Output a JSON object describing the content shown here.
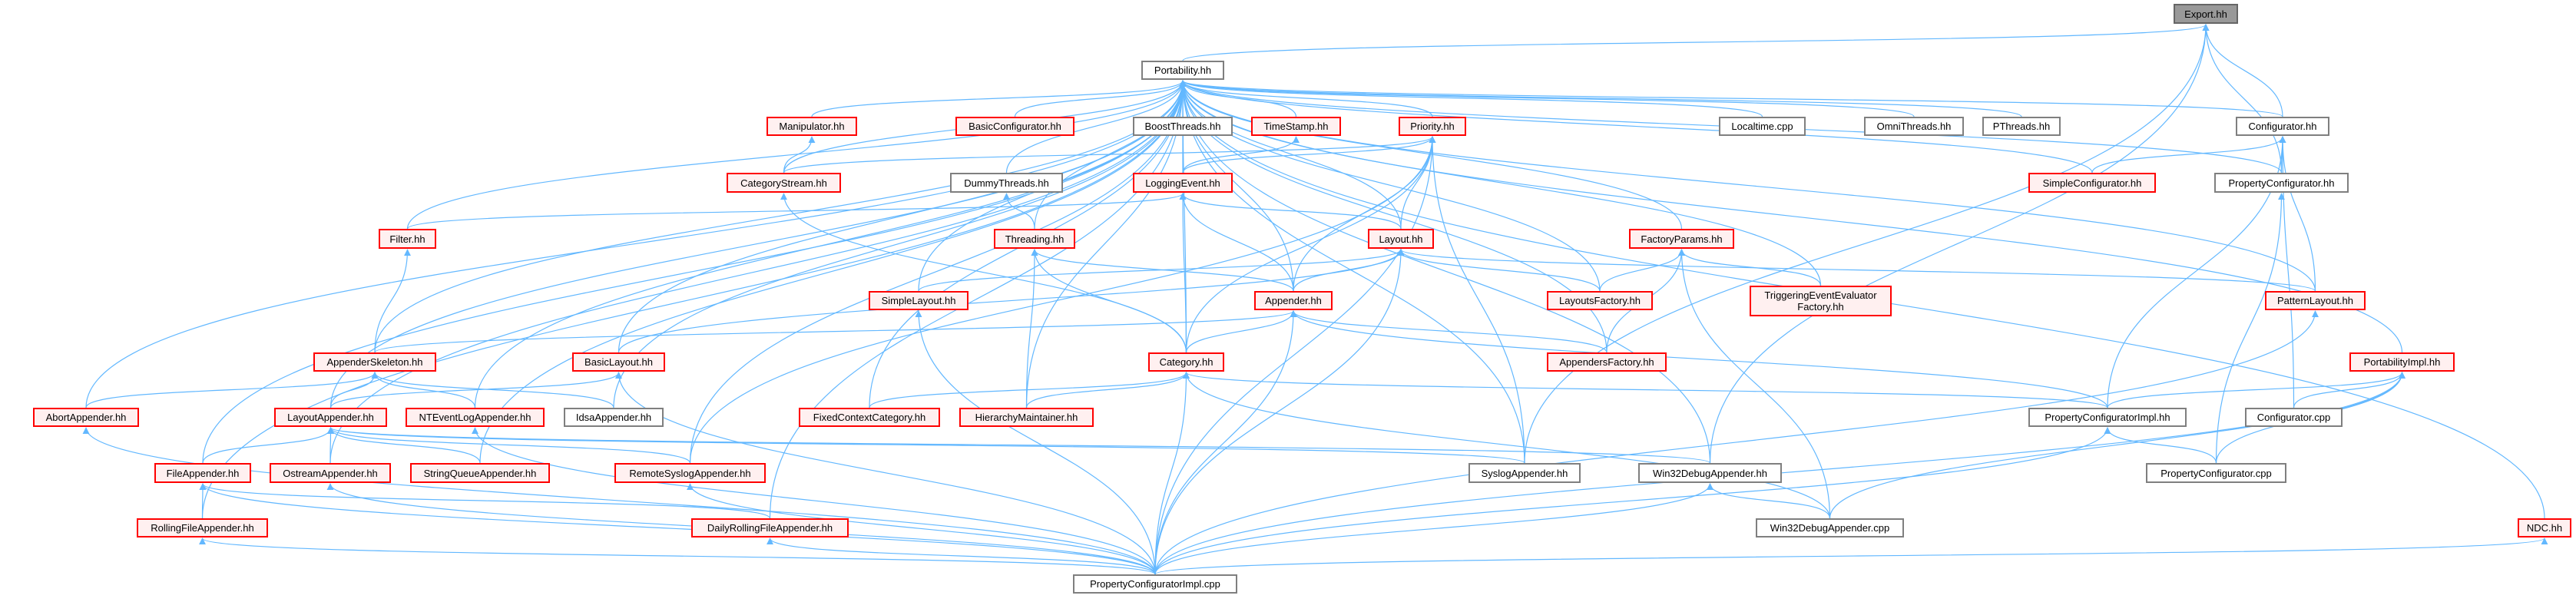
{
  "colors": {
    "edge": "#63B8FF",
    "red_border": "#FF0000",
    "red_fill": "#FFF0F0",
    "white_border": "#7F7F7F",
    "dark_fill": "#999999"
  },
  "nodes": {
    "export": {
      "label": "Export.hh",
      "style": "dark"
    },
    "portability": {
      "label": "Portability.hh",
      "style": "white"
    },
    "manipulator": {
      "label": "Manipulator.hh",
      "style": "red"
    },
    "basicconfigurator": {
      "label": "BasicConfigurator.hh",
      "style": "red"
    },
    "boostthreads": {
      "label": "BoostThreads.hh",
      "style": "white"
    },
    "timestamp": {
      "label": "TimeStamp.hh",
      "style": "red"
    },
    "priority": {
      "label": "Priority.hh",
      "style": "red"
    },
    "localtime": {
      "label": "Localtime.cpp",
      "style": "white"
    },
    "omnithreads": {
      "label": "OmniThreads.hh",
      "style": "white"
    },
    "pthreads": {
      "label": "PThreads.hh",
      "style": "white"
    },
    "configurator": {
      "label": "Configurator.hh",
      "style": "white"
    },
    "categorystream": {
      "label": "CategoryStream.hh",
      "style": "red"
    },
    "dummythreads": {
      "label": "DummyThreads.hh",
      "style": "white"
    },
    "loggingevent": {
      "label": "LoggingEvent.hh",
      "style": "red"
    },
    "simpleconfigurator": {
      "label": "SimpleConfigurator.hh",
      "style": "red"
    },
    "propertyconfigurator": {
      "label": "PropertyConfigurator.hh",
      "style": "white"
    },
    "filter": {
      "label": "Filter.hh",
      "style": "red"
    },
    "threading": {
      "label": "Threading.hh",
      "style": "red"
    },
    "layout": {
      "label": "Layout.hh",
      "style": "red"
    },
    "factoryparams": {
      "label": "FactoryParams.hh",
      "style": "red"
    },
    "simplelayout": {
      "label": "SimpleLayout.hh",
      "style": "red"
    },
    "appender": {
      "label": "Appender.hh",
      "style": "red"
    },
    "layoutsfactory": {
      "label": "LayoutsFactory.hh",
      "style": "red"
    },
    "triggering": {
      "label": "TriggeringEventEvaluator\nFactory.hh",
      "style": "red"
    },
    "patternlayout": {
      "label": "PatternLayout.hh",
      "style": "red"
    },
    "appenderskeleton": {
      "label": "AppenderSkeleton.hh",
      "style": "red"
    },
    "basiclayout": {
      "label": "BasicLayout.hh",
      "style": "red"
    },
    "category": {
      "label": "Category.hh",
      "style": "red"
    },
    "appendersfactory": {
      "label": "AppendersFactory.hh",
      "style": "red"
    },
    "portabilityimpl": {
      "label": "PortabilityImpl.hh",
      "style": "red"
    },
    "abortappender": {
      "label": "AbortAppender.hh",
      "style": "red"
    },
    "layoutappender": {
      "label": "LayoutAppender.hh",
      "style": "red"
    },
    "nteventlog": {
      "label": "NTEventLogAppender.hh",
      "style": "red"
    },
    "idsaappender": {
      "label": "IdsaAppender.hh",
      "style": "white"
    },
    "fixedcontext": {
      "label": "FixedContextCategory.hh",
      "style": "red"
    },
    "hierarchy": {
      "label": "HierarchyMaintainer.hh",
      "style": "red"
    },
    "propconfimplhh": {
      "label": "PropertyConfiguratorImpl.hh",
      "style": "white"
    },
    "configuratorcpp": {
      "label": "Configurator.cpp",
      "style": "white"
    },
    "fileappender": {
      "label": "FileAppender.hh",
      "style": "red"
    },
    "ostreamappender": {
      "label": "OstreamAppender.hh",
      "style": "red"
    },
    "stringqueue": {
      "label": "StringQueueAppender.hh",
      "style": "red"
    },
    "remotesyslog": {
      "label": "RemoteSyslogAppender.hh",
      "style": "red"
    },
    "syslogappender": {
      "label": "SyslogAppender.hh",
      "style": "white"
    },
    "win32hh": {
      "label": "Win32DebugAppender.hh",
      "style": "white"
    },
    "propconfcpp": {
      "label": "PropertyConfigurator.cpp",
      "style": "white"
    },
    "rollingfile": {
      "label": "RollingFileAppender.hh",
      "style": "red"
    },
    "dailyrolling": {
      "label": "DailyRollingFileAppender.hh",
      "style": "red"
    },
    "win32cpp": {
      "label": "Win32DebugAppender.cpp",
      "style": "white"
    },
    "ndc": {
      "label": "NDC.hh",
      "style": "red"
    },
    "propconfimplcpp": {
      "label": "PropertyConfiguratorImpl.cpp",
      "style": "white"
    }
  },
  "edges": [
    [
      "portability",
      "export"
    ],
    [
      "configurator",
      "export"
    ],
    [
      "propertyconfigurator",
      "export"
    ],
    [
      "syslogappender",
      "export"
    ],
    [
      "win32hh",
      "export"
    ],
    [
      "manipulator",
      "portability"
    ],
    [
      "basicconfigurator",
      "portability"
    ],
    [
      "boostthreads",
      "portability"
    ],
    [
      "timestamp",
      "portability"
    ],
    [
      "priority",
      "portability"
    ],
    [
      "localtime",
      "portability"
    ],
    [
      "omnithreads",
      "portability"
    ],
    [
      "pthreads",
      "portability"
    ],
    [
      "configurator",
      "portability"
    ],
    [
      "simpleconfigurator",
      "portability"
    ],
    [
      "propertyconfigurator",
      "portability"
    ],
    [
      "categorystream",
      "portability"
    ],
    [
      "dummythreads",
      "portability"
    ],
    [
      "loggingevent",
      "portability"
    ],
    [
      "threading",
      "portability"
    ],
    [
      "layout",
      "portability"
    ],
    [
      "factoryparams",
      "portability"
    ],
    [
      "filter",
      "portability"
    ],
    [
      "appender",
      "portability"
    ],
    [
      "appenderskeleton",
      "portability"
    ],
    [
      "simplelayout",
      "portability"
    ],
    [
      "layoutsfactory",
      "portability"
    ],
    [
      "triggering",
      "portability"
    ],
    [
      "patternlayout",
      "portability"
    ],
    [
      "basiclayout",
      "portability"
    ],
    [
      "abortappender",
      "portability"
    ],
    [
      "layoutappender",
      "portability"
    ],
    [
      "nteventlog",
      "portability"
    ],
    [
      "idsaappender",
      "portability"
    ],
    [
      "fileappender",
      "portability"
    ],
    [
      "ostreamappender",
      "portability"
    ],
    [
      "stringqueue",
      "portability"
    ],
    [
      "remotesyslog",
      "portability"
    ],
    [
      "rollingfile",
      "portability"
    ],
    [
      "category",
      "portability"
    ],
    [
      "appendersfactory",
      "portability"
    ],
    [
      "fixedcontext",
      "portability"
    ],
    [
      "hierarchy",
      "portability"
    ],
    [
      "portabilityimpl",
      "portability"
    ],
    [
      "syslogappender",
      "portability"
    ],
    [
      "ndc",
      "portability"
    ],
    [
      "dailyrolling",
      "portability"
    ],
    [
      "win32hh",
      "portability"
    ],
    [
      "categorystream",
      "manipulator"
    ],
    [
      "categorystream",
      "priority"
    ],
    [
      "loggingevent",
      "timestamp"
    ],
    [
      "loggingevent",
      "priority"
    ],
    [
      "threading",
      "dummythreads"
    ],
    [
      "filter",
      "loggingevent"
    ],
    [
      "layout",
      "loggingevent"
    ],
    [
      "layout",
      "priority"
    ],
    [
      "appender",
      "priority"
    ],
    [
      "appender",
      "layout"
    ],
    [
      "appender",
      "threading"
    ],
    [
      "appender",
      "loggingevent"
    ],
    [
      "simplelayout",
      "layout"
    ],
    [
      "basiclayout",
      "layout"
    ],
    [
      "patternlayout",
      "layout"
    ],
    [
      "patternlayout",
      "configurator"
    ],
    [
      "layoutsfactory",
      "layout"
    ],
    [
      "layoutsfactory",
      "factoryparams"
    ],
    [
      "appendersfactory",
      "appender"
    ],
    [
      "appendersfactory",
      "factoryparams"
    ],
    [
      "triggering",
      "factoryparams"
    ],
    [
      "category",
      "appender"
    ],
    [
      "category",
      "priority"
    ],
    [
      "category",
      "loggingevent"
    ],
    [
      "category",
      "threading"
    ],
    [
      "category",
      "categorystream"
    ],
    [
      "fixedcontext",
      "category"
    ],
    [
      "hierarchy",
      "category"
    ],
    [
      "hierarchy",
      "threading"
    ],
    [
      "appenderskeleton",
      "appender"
    ],
    [
      "appenderskeleton",
      "filter"
    ],
    [
      "abortappender",
      "appenderskeleton"
    ],
    [
      "layoutappender",
      "appenderskeleton"
    ],
    [
      "layoutappender",
      "basiclayout"
    ],
    [
      "nteventlog",
      "appenderskeleton"
    ],
    [
      "idsaappender",
      "appenderskeleton"
    ],
    [
      "fileappender",
      "layoutappender"
    ],
    [
      "ostreamappender",
      "layoutappender"
    ],
    [
      "stringqueue",
      "layoutappender"
    ],
    [
      "remotesyslog",
      "layoutappender"
    ],
    [
      "remotesyslog",
      "priority"
    ],
    [
      "syslogappender",
      "layoutappender"
    ],
    [
      "syslogappender",
      "priority"
    ],
    [
      "win32hh",
      "layoutappender"
    ],
    [
      "rollingfile",
      "fileappender"
    ],
    [
      "dailyrolling",
      "fileappender"
    ],
    [
      "propconfimplhh",
      "configurator"
    ],
    [
      "propconfimplhh",
      "appender"
    ],
    [
      "propconfimplhh",
      "category"
    ],
    [
      "propconfimplhh",
      "portabilityimpl"
    ],
    [
      "propertyconfigurator",
      "configurator"
    ],
    [
      "simpleconfigurator",
      "configurator"
    ],
    [
      "configuratorcpp",
      "configurator"
    ],
    [
      "configuratorcpp",
      "portabilityimpl"
    ],
    [
      "propconfcpp",
      "propertyconfigurator"
    ],
    [
      "propconfcpp",
      "propconfimplhh"
    ],
    [
      "propconfcpp",
      "portabilityimpl"
    ],
    [
      "win32cpp",
      "win32hh"
    ],
    [
      "win32cpp",
      "category"
    ],
    [
      "win32cpp",
      "factoryparams"
    ],
    [
      "win32cpp",
      "portabilityimpl"
    ],
    [
      "propconfimplcpp",
      "propconfimplhh"
    ],
    [
      "propconfimplcpp",
      "category"
    ],
    [
      "propconfimplcpp",
      "appender"
    ],
    [
      "propconfimplcpp",
      "layout"
    ],
    [
      "propconfimplcpp",
      "priority"
    ],
    [
      "propconfimplcpp",
      "simplelayout"
    ],
    [
      "propconfimplcpp",
      "basiclayout"
    ],
    [
      "propconfimplcpp",
      "fileappender"
    ],
    [
      "propconfimplcpp",
      "rollingfile"
    ],
    [
      "propconfimplcpp",
      "abortappender"
    ],
    [
      "propconfimplcpp",
      "ostreamappender"
    ],
    [
      "propconfimplcpp",
      "remotesyslog"
    ],
    [
      "propconfimplcpp",
      "dailyrolling"
    ],
    [
      "propconfimplcpp",
      "nteventlog"
    ],
    [
      "propconfimplcpp",
      "win32hh"
    ],
    [
      "propconfimplcpp",
      "patternlayout"
    ],
    [
      "propconfimplcpp",
      "ndc"
    ],
    [
      "propconfimplcpp",
      "portabilityimpl"
    ]
  ]
}
